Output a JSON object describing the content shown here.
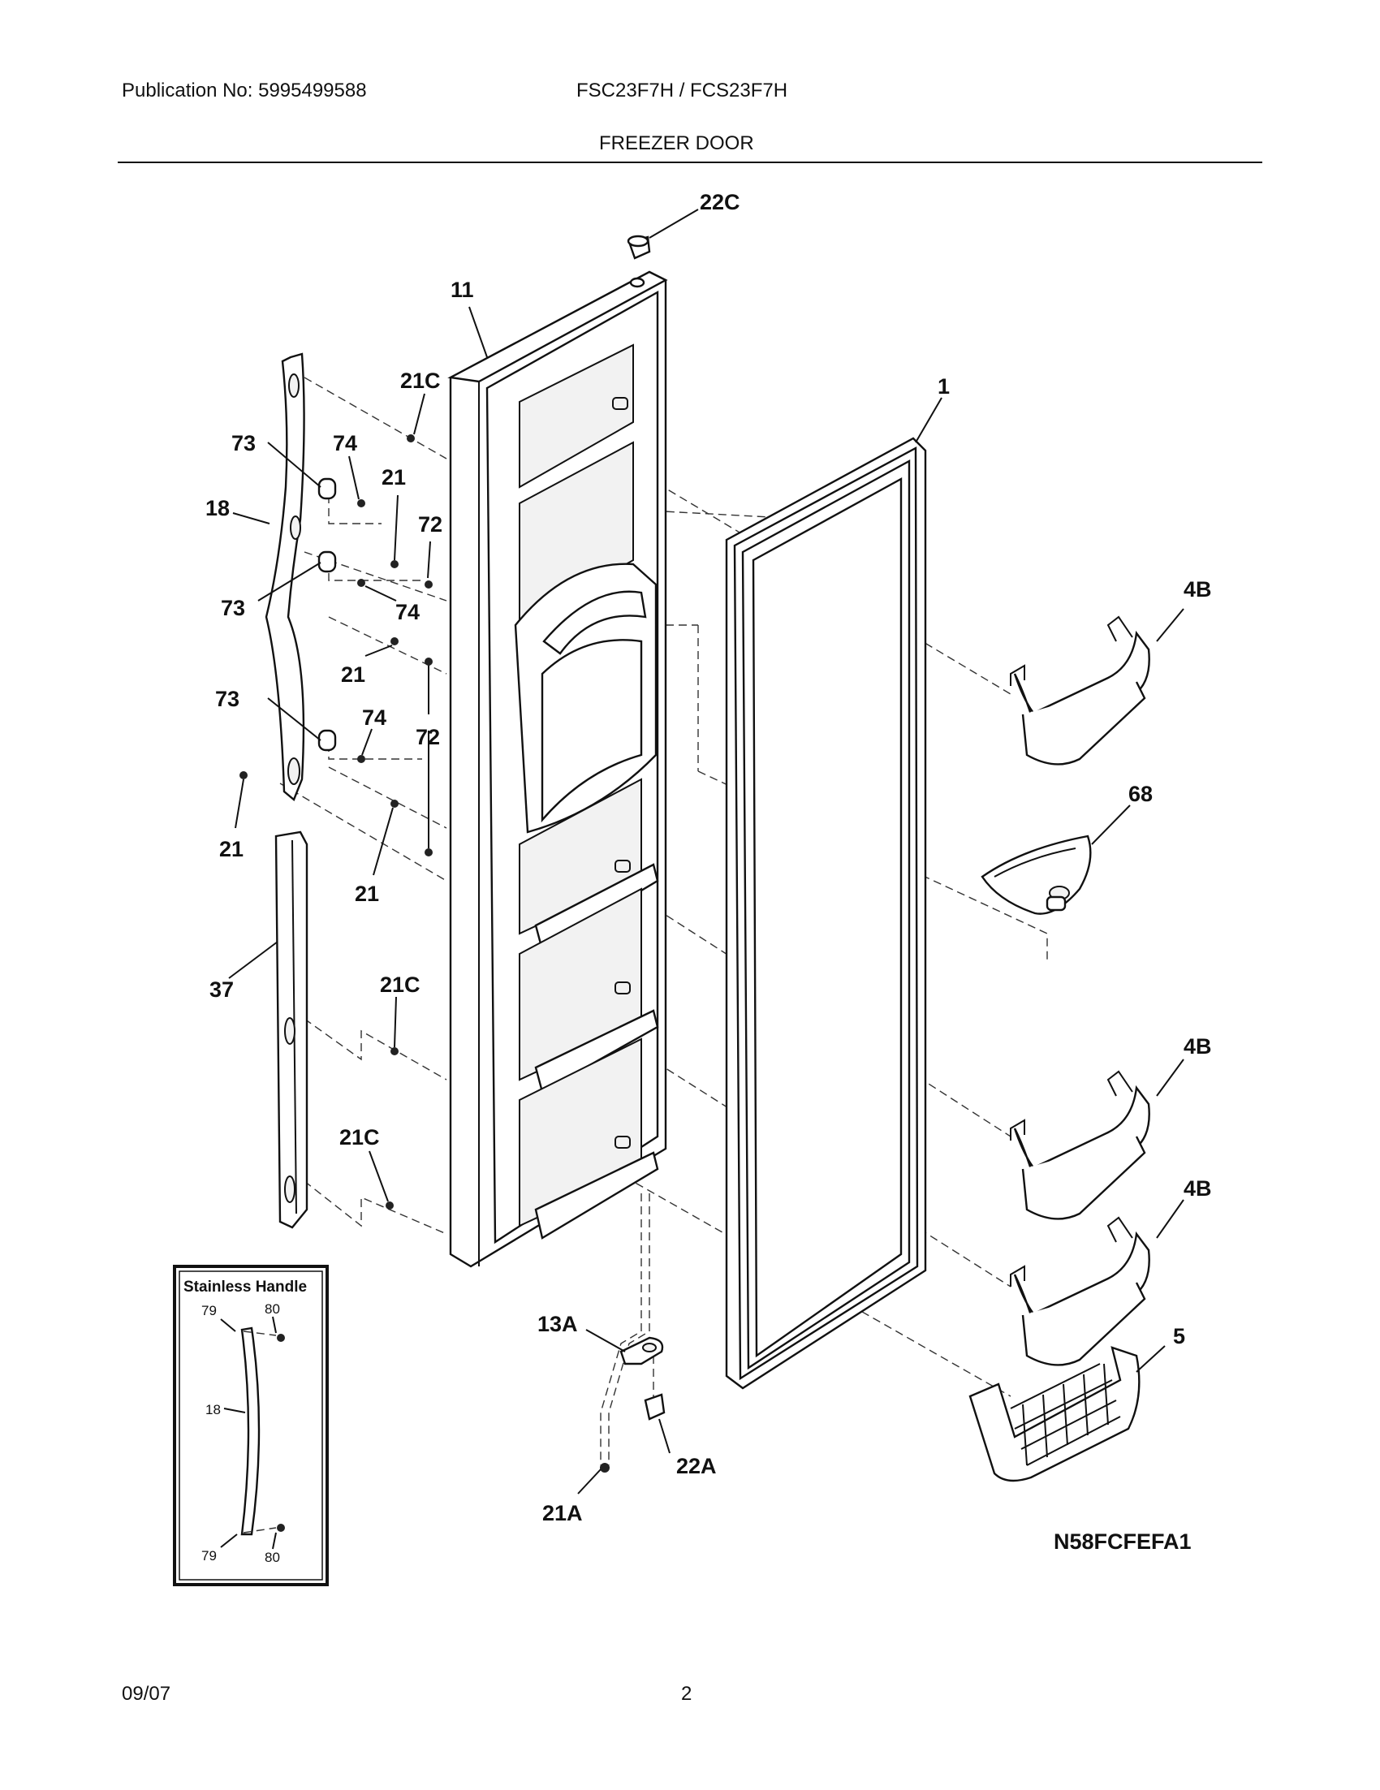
{
  "header": {
    "publication": "Publication No: 5995499588",
    "models": "FSC23F7H / FCS23F7H",
    "section_title": "FREEZER DOOR"
  },
  "footer": {
    "date": "09/07",
    "page_number": "2"
  },
  "diagram": {
    "code": "N58FCFEFA1",
    "inset_title": "Stainless Handle",
    "callouts": {
      "c22c": "22C",
      "c11": "11",
      "c21c_top": "21C",
      "c1": "1",
      "c73_a": "73",
      "c74_a": "74",
      "c21_a": "21",
      "c18": "18",
      "c72_a": "72",
      "c73_b": "73",
      "c74_b": "74",
      "c21_b": "21",
      "c73_c": "73",
      "c74_c": "74",
      "c72_b": "72",
      "c21_c": "21",
      "c21_d": "21",
      "c37": "37",
      "c21c_mid": "21C",
      "c21c_low": "21C",
      "c4b_a": "4B",
      "c68": "68",
      "c4b_b": "4B",
      "c4b_c": "4B",
      "c5": "5",
      "c13a": "13A",
      "c22a": "22A",
      "c21a": "21A"
    },
    "inset_callouts": {
      "i79_top": "79",
      "i80_top": "80",
      "i18": "18",
      "i79_bot": "79",
      "i80_bot": "80"
    }
  }
}
